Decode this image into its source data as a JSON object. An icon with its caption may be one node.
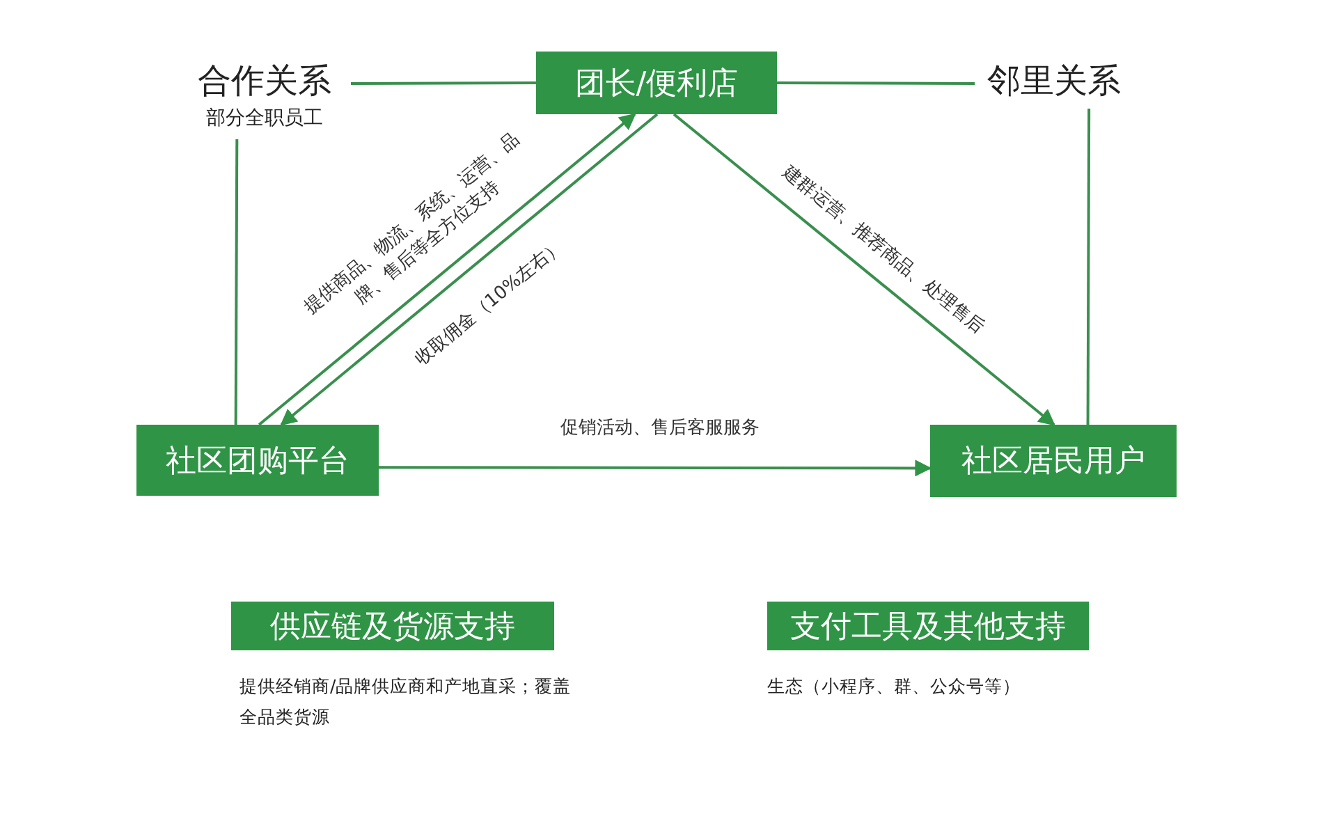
{
  "diagram": {
    "nodes": [
      {
        "text": [
          "合作关系",
          "部分全职员工"
        ]
      },
      {
        "text": [
          "团长/便利店"
        ]
      },
      {
        "text": [
          "邻里关系"
        ]
      },
      {
        "text": [
          "社区团购平台"
        ]
      },
      {
        "text": [
          "社区居民用户"
        ]
      },
      {
        "text": [
          "供应链及货源支持"
        ],
        "beside": [
          "提供经销商/品牌供应商和产地直采；覆盖全品类货源"
        ]
      },
      {
        "text": [
          "支付工具及其他支持"
        ],
        "beside": [
          "生态（小程序、群、公众号等）"
        ]
      }
    ],
    "edges": [
      {
        "from": 0,
        "to": 1,
        "arrow": "none"
      },
      {
        "from": 1,
        "to": 2,
        "arrow": "none"
      },
      {
        "from": 0,
        "to": 3,
        "arrow": "none"
      },
      {
        "from": 2,
        "to": 4,
        "arrow": "none"
      },
      {
        "from": 3,
        "to": 1,
        "arrow": "to",
        "label": "提供商品、物流、系统、运营、品牌、售后等全方位支持"
      },
      {
        "from": 1,
        "to": 3,
        "arrow": "to",
        "label": "收取佣金（10%左右）"
      },
      {
        "from": 1,
        "to": 4,
        "arrow": "to",
        "label": "建群运营、推荐商品、处理售后"
      },
      {
        "from": 3,
        "to": 4,
        "arrow": "to",
        "label": "促销活动、售后客服服务"
      }
    ]
  }
}
